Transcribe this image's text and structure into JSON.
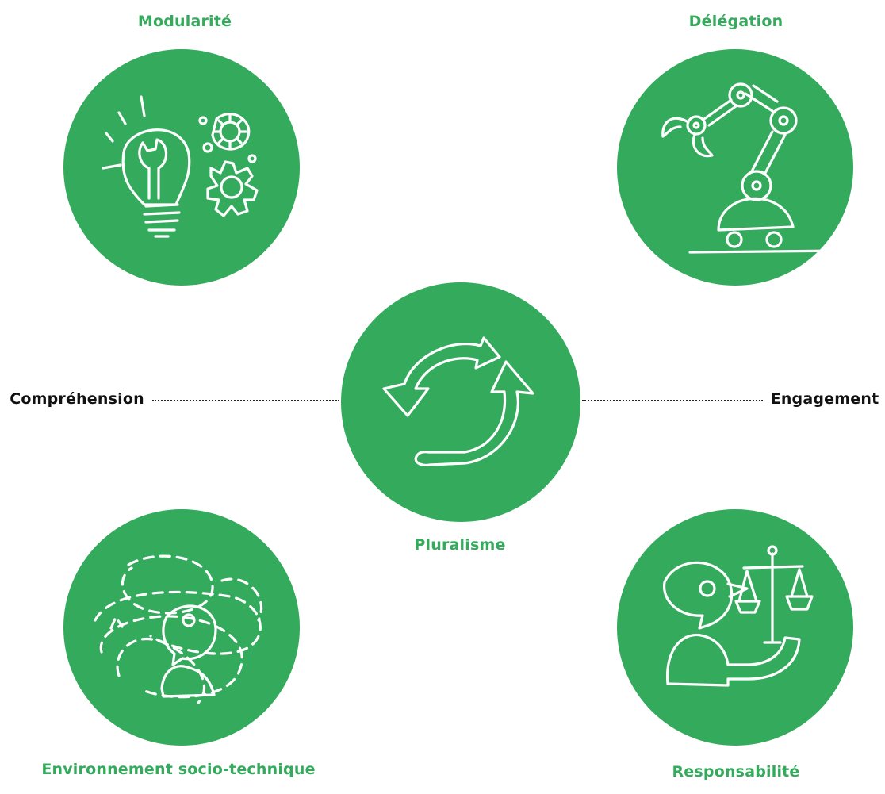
{
  "colors": {
    "accent": "#34aa5c",
    "axis": "#222222"
  },
  "nodes": {
    "modularite": {
      "label": "Modularité",
      "icon": "lightbulb-gears-icon"
    },
    "delegation": {
      "label": "Délégation",
      "icon": "robot-arm-icon"
    },
    "pluralisme": {
      "label": "Pluralisme",
      "icon": "cycle-arrows-icon"
    },
    "environnement": {
      "label": "Environnement socio-technique",
      "icon": "person-in-network-icon"
    },
    "responsabilite": {
      "label": "Responsabilité",
      "icon": "person-holding-scales-icon"
    }
  },
  "axis": {
    "left": "Compréhension",
    "right": "Engagement"
  }
}
